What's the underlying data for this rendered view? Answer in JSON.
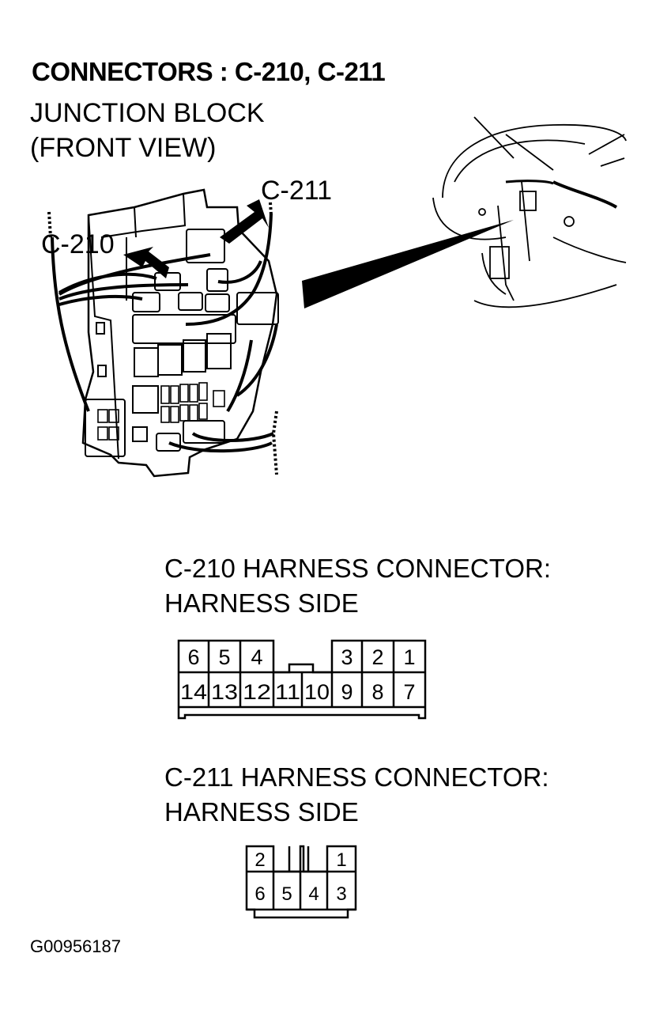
{
  "title": "CONNECTORS : C-210, C-211",
  "junction_block": {
    "line1": "JUNCTION BLOCK",
    "line2": "(FRONT VIEW)"
  },
  "callouts": {
    "c211": "C-211",
    "c210": "C-210"
  },
  "c210": {
    "heading_line1": "C-210 HARNESS CONNECTOR:",
    "heading_line2": "HARNESS SIDE",
    "top_row": [
      "6",
      "5",
      "4",
      "3",
      "2",
      "1"
    ],
    "bottom_row": [
      "14",
      "13",
      "12",
      "11",
      "10",
      "9",
      "8",
      "7"
    ]
  },
  "c211": {
    "heading_line1": "C-211 HARNESS CONNECTOR:",
    "heading_line2": "HARNESS SIDE",
    "top_row": [
      "2",
      "1"
    ],
    "bottom_row": [
      "6",
      "5",
      "4",
      "3"
    ]
  },
  "figure_id": "G00956187"
}
